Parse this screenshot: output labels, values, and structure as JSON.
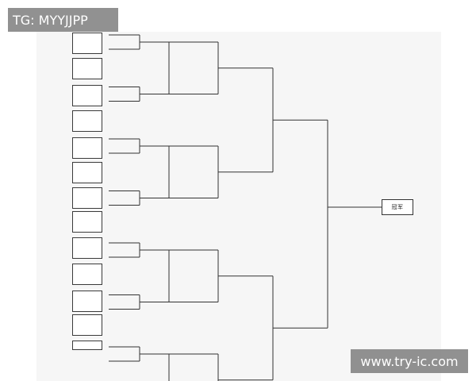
{
  "watermarks": {
    "top_left": "TG: MYYJJPP",
    "bottom_right": "www.try-ic.com"
  },
  "bracket": {
    "champion_label": "冠军",
    "entrant_slots": 13,
    "line_color": "#333333",
    "slot_border_color": "#3a3a3a"
  }
}
